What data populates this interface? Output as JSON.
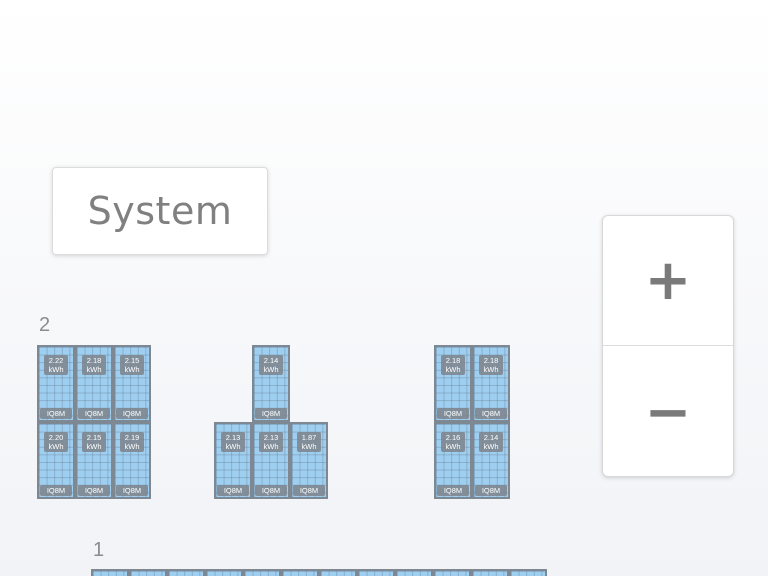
{
  "system_button": {
    "label": "System"
  },
  "zoom": {
    "in_label": "+",
    "out_label": "−"
  },
  "arrays": [
    {
      "label": "2",
      "panels": [
        {
          "energy": "2.22",
          "unit": "kWh",
          "model": "IQ8M"
        },
        {
          "energy": "2.18",
          "unit": "kWh",
          "model": "IQ8M"
        },
        {
          "energy": "2.15",
          "unit": "kWh",
          "model": "IQ8M"
        },
        {
          "energy": "2.20",
          "unit": "kWh",
          "model": "IQ8M"
        },
        {
          "energy": "2.15",
          "unit": "kWh",
          "model": "IQ8M"
        },
        {
          "energy": "2.19",
          "unit": "kWh",
          "model": "IQ8M"
        },
        {
          "energy": "2.14",
          "unit": "kWh",
          "model": "IQ8M"
        },
        {
          "energy": "2.13",
          "unit": "kWh",
          "model": "IQ8M"
        },
        {
          "energy": "2.13",
          "unit": "kWh",
          "model": "IQ8M"
        },
        {
          "energy": "1.87",
          "unit": "kWh",
          "model": "IQ8M"
        },
        {
          "energy": "2.18",
          "unit": "kWh",
          "model": "IQ8M"
        },
        {
          "energy": "2.18",
          "unit": "kWh",
          "model": "IQ8M"
        },
        {
          "energy": "2.16",
          "unit": "kWh",
          "model": "IQ8M"
        },
        {
          "energy": "2.14",
          "unit": "kWh",
          "model": "IQ8M"
        }
      ]
    },
    {
      "label": "1"
    }
  ]
}
